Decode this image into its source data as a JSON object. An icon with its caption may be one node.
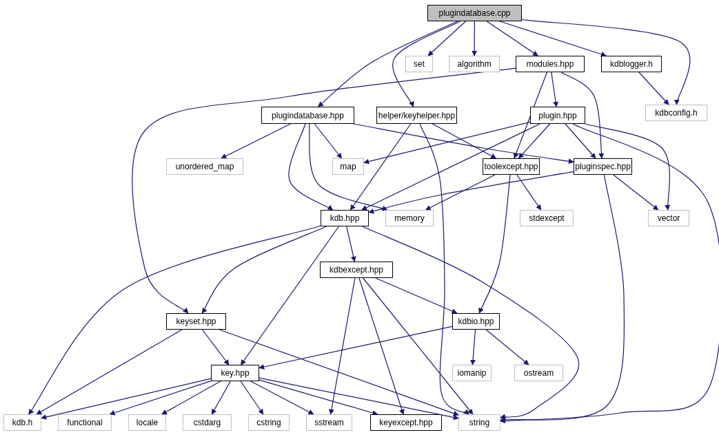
{
  "diagram": {
    "nodes": [
      {
        "text": [
          "plugindatabase.cpp"
        ]
      },
      {
        "text": [
          "set"
        ]
      },
      {
        "text": [
          "algorithm"
        ]
      },
      {
        "text": [
          "modules.hpp"
        ]
      },
      {
        "text": [
          "kdblogger.h"
        ]
      },
      {
        "text": [
          "kdbconfig.h"
        ]
      },
      {
        "text": [
          "plugindatabase.hpp"
        ]
      },
      {
        "text": [
          "helper/keyhelper.hpp"
        ]
      },
      {
        "text": [
          "plugin.hpp"
        ]
      },
      {
        "text": [
          "unordered_map"
        ]
      },
      {
        "text": [
          "map"
        ]
      },
      {
        "text": [
          "toolexcept.hpp"
        ]
      },
      {
        "text": [
          "pluginspec.hpp"
        ]
      },
      {
        "text": [
          "kdb.hpp"
        ]
      },
      {
        "text": [
          "memory"
        ]
      },
      {
        "text": [
          "stdexcept"
        ]
      },
      {
        "text": [
          "vector"
        ]
      },
      {
        "text": [
          "kdbexcept.hpp"
        ]
      },
      {
        "text": [
          "keyset.hpp"
        ]
      },
      {
        "text": [
          "kdbio.hpp"
        ]
      },
      {
        "text": [
          "iomanip"
        ]
      },
      {
        "text": [
          "ostream"
        ]
      },
      {
        "text": [
          "key.hpp"
        ]
      },
      {
        "text": [
          "kdb.h"
        ]
      },
      {
        "text": [
          "functional"
        ]
      },
      {
        "text": [
          "locale"
        ]
      },
      {
        "text": [
          "cstdarg"
        ]
      },
      {
        "text": [
          "cstring"
        ]
      },
      {
        "text": [
          "sstream"
        ]
      },
      {
        "text": [
          "keyexcept.hpp"
        ]
      },
      {
        "text": [
          "string"
        ]
      }
    ],
    "edges": [
      {
        "from": 0,
        "to": 1,
        "arrow": "to"
      },
      {
        "from": 0,
        "to": 2,
        "arrow": "to"
      },
      {
        "from": 0,
        "to": 3,
        "arrow": "to"
      },
      {
        "from": 0,
        "to": 4,
        "arrow": "to"
      },
      {
        "from": 0,
        "to": 5,
        "arrow": "to"
      },
      {
        "from": 0,
        "to": 6,
        "arrow": "to"
      },
      {
        "from": 0,
        "to": 7,
        "arrow": "to"
      },
      {
        "from": 3,
        "to": 18,
        "arrow": "to"
      },
      {
        "from": 3,
        "to": 8,
        "arrow": "to"
      },
      {
        "from": 3,
        "to": 11,
        "arrow": "to"
      },
      {
        "from": 3,
        "to": 12,
        "arrow": "to"
      },
      {
        "from": 4,
        "to": 5,
        "arrow": "to"
      },
      {
        "from": 6,
        "to": 9,
        "arrow": "to"
      },
      {
        "from": 6,
        "to": 10,
        "arrow": "to"
      },
      {
        "from": 6,
        "to": 13,
        "arrow": "to"
      },
      {
        "from": 6,
        "to": 14,
        "arrow": "to"
      },
      {
        "from": 6,
        "to": 12,
        "arrow": "to"
      },
      {
        "from": 7,
        "to": 11,
        "arrow": "to"
      },
      {
        "from": 7,
        "to": 13,
        "arrow": "to"
      },
      {
        "from": 7,
        "to": 30,
        "arrow": "to"
      },
      {
        "from": 8,
        "to": 10,
        "arrow": "to"
      },
      {
        "from": 8,
        "to": 11,
        "arrow": "to"
      },
      {
        "from": 8,
        "to": 12,
        "arrow": "to"
      },
      {
        "from": 8,
        "to": 13,
        "arrow": "to"
      },
      {
        "from": 8,
        "to": 16,
        "arrow": "to"
      },
      {
        "from": 8,
        "to": 30,
        "arrow": "to"
      },
      {
        "from": 11,
        "to": 14,
        "arrow": "to"
      },
      {
        "from": 11,
        "to": 15,
        "arrow": "to"
      },
      {
        "from": 11,
        "to": 19,
        "arrow": "to"
      },
      {
        "from": 12,
        "to": 13,
        "arrow": "to"
      },
      {
        "from": 12,
        "to": 16,
        "arrow": "to"
      },
      {
        "from": 12,
        "to": 30,
        "arrow": "to"
      },
      {
        "from": 13,
        "to": 17,
        "arrow": "to"
      },
      {
        "from": 13,
        "to": 18,
        "arrow": "to"
      },
      {
        "from": 13,
        "to": 22,
        "arrow": "to"
      },
      {
        "from": 13,
        "to": 23,
        "arrow": "to"
      },
      {
        "from": 13,
        "to": 30,
        "arrow": "to"
      },
      {
        "from": 17,
        "to": 19,
        "arrow": "to"
      },
      {
        "from": 17,
        "to": 28,
        "arrow": "to"
      },
      {
        "from": 17,
        "to": 29,
        "arrow": "to"
      },
      {
        "from": 17,
        "to": 30,
        "arrow": "to"
      },
      {
        "from": 18,
        "to": 22,
        "arrow": "to"
      },
      {
        "from": 18,
        "to": 23,
        "arrow": "to"
      },
      {
        "from": 18,
        "to": 30,
        "arrow": "to"
      },
      {
        "from": 19,
        "to": 22,
        "arrow": "to"
      },
      {
        "from": 19,
        "to": 20,
        "arrow": "to"
      },
      {
        "from": 19,
        "to": 21,
        "arrow": "to"
      },
      {
        "from": 22,
        "to": 23,
        "arrow": "to"
      },
      {
        "from": 22,
        "to": 24,
        "arrow": "to"
      },
      {
        "from": 22,
        "to": 25,
        "arrow": "to"
      },
      {
        "from": 22,
        "to": 26,
        "arrow": "to"
      },
      {
        "from": 22,
        "to": 27,
        "arrow": "to"
      },
      {
        "from": 22,
        "to": 28,
        "arrow": "to"
      },
      {
        "from": 22,
        "to": 29,
        "arrow": "to"
      },
      {
        "from": 22,
        "to": 30,
        "arrow": "to"
      }
    ]
  }
}
